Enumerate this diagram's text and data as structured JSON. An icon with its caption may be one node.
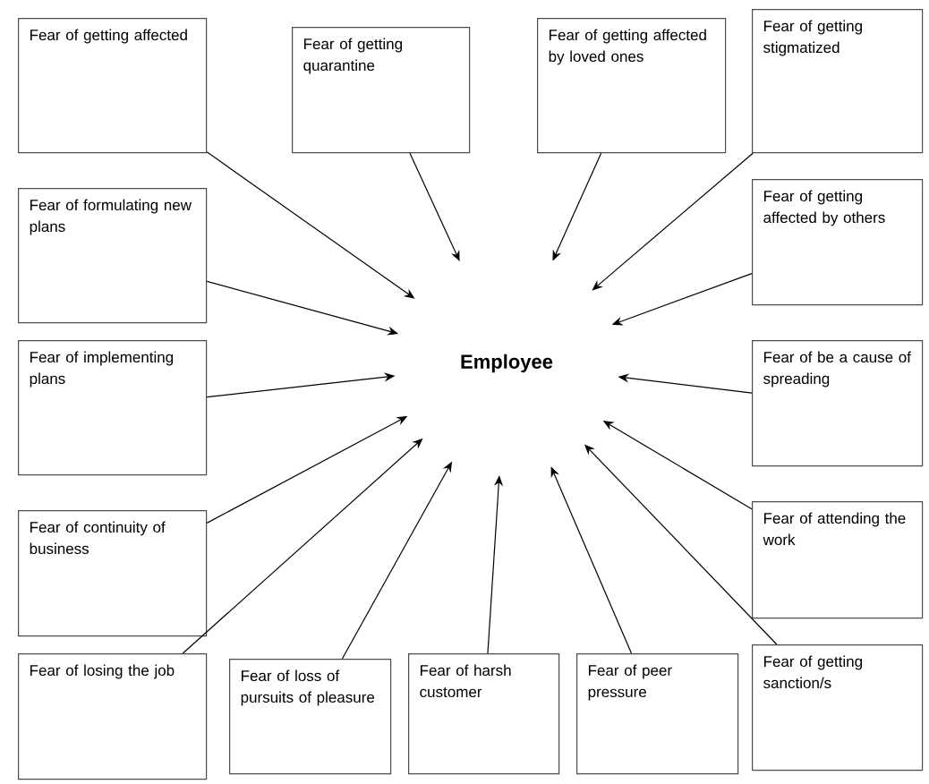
{
  "diagram": {
    "nodes": [
      {
        "text": [
          "Fear of getting affected"
        ]
      },
      {
        "text": [
          "Fear of getting quarantine"
        ]
      },
      {
        "text": [
          "Fear of getting affected by loved ones"
        ]
      },
      {
        "text": [
          "Fear of getting stigmatized"
        ]
      },
      {
        "text": [
          "Fear of formulating new plans"
        ]
      },
      {
        "text": [
          "Fear of getting affected by others"
        ]
      },
      {
        "text": [
          "Employee"
        ]
      },
      {
        "text": [
          "Fear of implementing plans"
        ]
      },
      {
        "text": [
          "Fear of be a cause of spreading"
        ]
      },
      {
        "text": [
          "Fear of continuity of business"
        ]
      },
      {
        "text": [
          "Fear of attending the work"
        ]
      },
      {
        "text": [
          "Fear of losing the job"
        ]
      },
      {
        "text": [
          "Fear of loss of pursuits of pleasure"
        ]
      },
      {
        "text": [
          "Fear of harsh customer"
        ]
      },
      {
        "text": [
          "Fear of peer pressure"
        ]
      },
      {
        "text": [
          "Fear of getting sanction/s"
        ]
      }
    ],
    "edges": [
      {
        "from": 0,
        "to": 6,
        "arrow": "to"
      },
      {
        "from": 1,
        "to": 6,
        "arrow": "to"
      },
      {
        "from": 2,
        "to": 6,
        "arrow": "to"
      },
      {
        "from": 3,
        "to": 6,
        "arrow": "to"
      },
      {
        "from": 4,
        "to": 6,
        "arrow": "to"
      },
      {
        "from": 5,
        "to": 6,
        "arrow": "to"
      },
      {
        "from": 7,
        "to": 6,
        "arrow": "to"
      },
      {
        "from": 8,
        "to": 6,
        "arrow": "to"
      },
      {
        "from": 9,
        "to": 6,
        "arrow": "to"
      },
      {
        "from": 10,
        "to": 6,
        "arrow": "to"
      },
      {
        "from": 11,
        "to": 6,
        "arrow": "to"
      },
      {
        "from": 12,
        "to": 6,
        "arrow": "to"
      },
      {
        "from": 13,
        "to": 6,
        "arrow": "to"
      },
      {
        "from": 14,
        "to": 6,
        "arrow": "to"
      },
      {
        "from": 15,
        "to": 6,
        "arrow": "to"
      }
    ]
  }
}
